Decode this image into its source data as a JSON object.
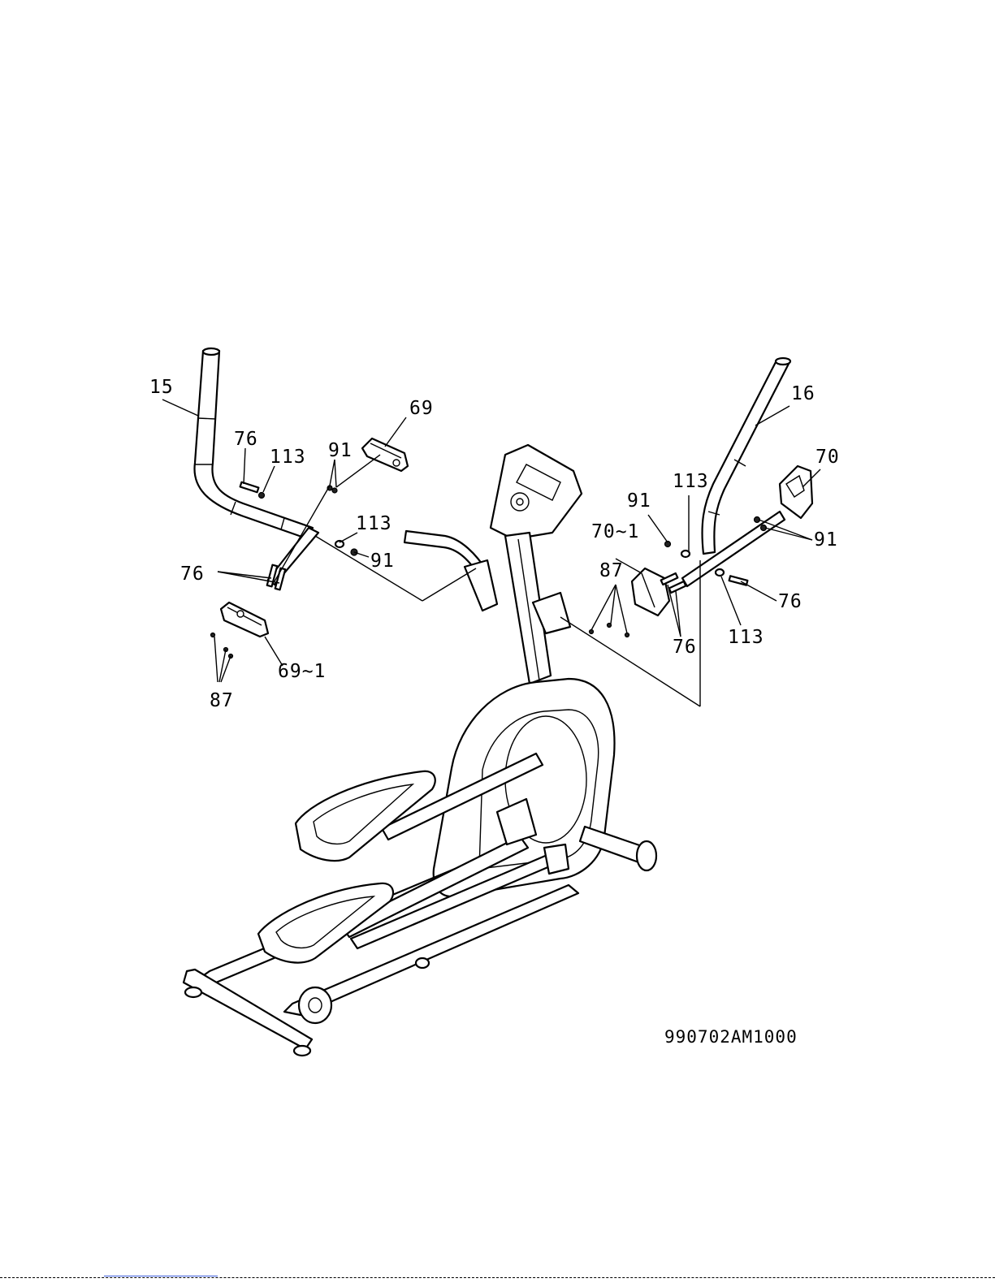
{
  "diagram": {
    "part_labels": [
      "15",
      "76",
      "113",
      "91",
      "69",
      "113",
      "91",
      "76",
      "69~1",
      "87",
      "16",
      "70",
      "113",
      "91",
      "91",
      "70~1",
      "87",
      "76",
      "76",
      "113"
    ],
    "drawing_code": "990702AM1000"
  }
}
